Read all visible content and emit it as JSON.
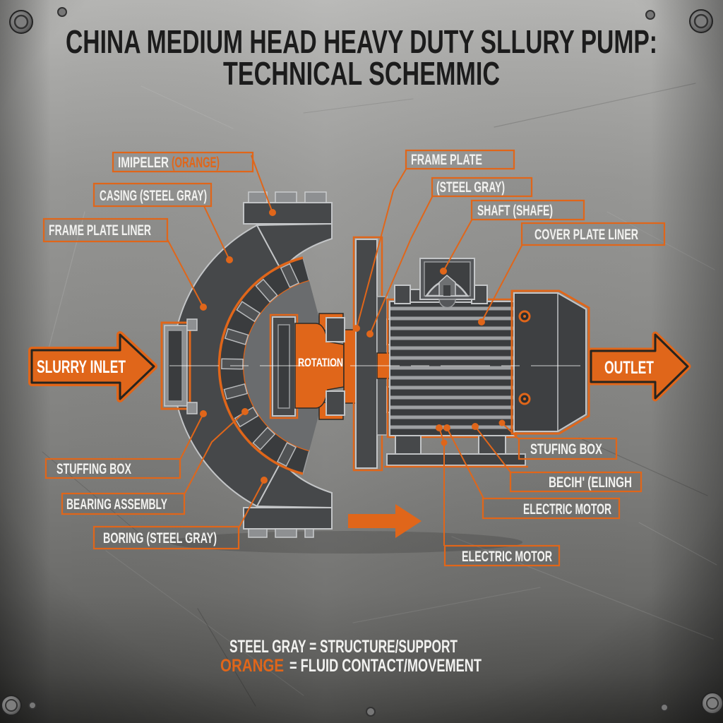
{
  "title": {
    "line1": "CHINA MEDIUM HEAD HEAVY DUTY SLLURY PUMP:",
    "line2": "TECHNICAL SCHEMMIC"
  },
  "callouts": {
    "impeller": {
      "text": "IMIPELER",
      "suffix": "(ORANGE)"
    },
    "casing": "CASING (STEEL GRAY)",
    "frame_plate_liner": "FRAME PLATE LINER",
    "frame_plate": "FRAME PLATE",
    "frame_plate_2": "(STEEL GRAY)",
    "shaft": "SHAFT (SHAFE)",
    "cover_plate_liner": "COVER PLATE LINER",
    "stuffing_box": "STUFFING BOX",
    "bearing_assembly": "BEARING ASSEMBLY",
    "boring": "BORING (STEEL GRAY)",
    "stuffing_box_right": "STUFING BOX",
    "bearing_right": "BECIH' (ELINGH",
    "electric_motor": "ELECTRIC MOTOR",
    "electric_motor_2": "ELECTRIC MOTOR"
  },
  "flow": {
    "inlet": "SLURRY INLET",
    "outlet": "OUTLET",
    "rotation": "ROTATION"
  },
  "legend": {
    "steel_line": "STEEL GRAY = STRUCTURE/SUPPORT",
    "orange_key": "ORANGE",
    "orange_rest": "= FLUID CONTACT/MOVEMENT"
  },
  "colors": {
    "orange": "#E0661A",
    "steel_gray": "#46484A",
    "background_metal": "#8B8B89",
    "title_text": "#1C1C1C",
    "label_text": "#F2F2F0"
  }
}
